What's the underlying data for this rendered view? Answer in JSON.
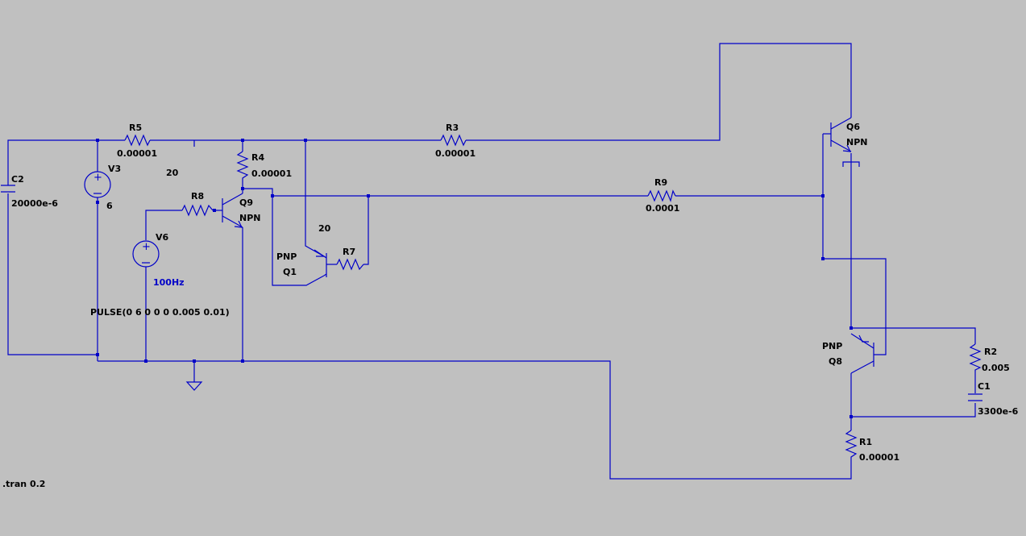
{
  "components": {
    "c2": {
      "name": "C2",
      "value": "20000e-6"
    },
    "v3": {
      "name": "V3",
      "value": "6"
    },
    "r5": {
      "name": "R5",
      "value": "0.00001"
    },
    "r3": {
      "name": "R3",
      "value": "0.00001"
    },
    "r4": {
      "name": "R4",
      "value": "0.00001"
    },
    "r8": {
      "name": "R8",
      "value": "20"
    },
    "q9": {
      "name": "Q9",
      "type": "NPN"
    },
    "v6": {
      "name": "V6",
      "value": "100Hz",
      "source": "PULSE(0 6 0 0 0 0.005 0.01)"
    },
    "q1": {
      "name": "Q1",
      "type": "PNP"
    },
    "r7": {
      "name": "R7",
      "value": "20"
    },
    "r9": {
      "name": "R9",
      "value": "0.0001"
    },
    "q6": {
      "name": "Q6",
      "type": "NPN"
    },
    "q8": {
      "name": "Q8",
      "type": "PNP"
    },
    "r2": {
      "name": "R2",
      "value": "0.005"
    },
    "c1": {
      "name": "C1",
      "value": "3300e-6"
    },
    "r1": {
      "name": "R1",
      "value": "0.00001"
    }
  },
  "directive": ".tran 0.2",
  "colors": {
    "background": "#c0c0c0",
    "wire": "#0000c8",
    "text": "#000000"
  }
}
